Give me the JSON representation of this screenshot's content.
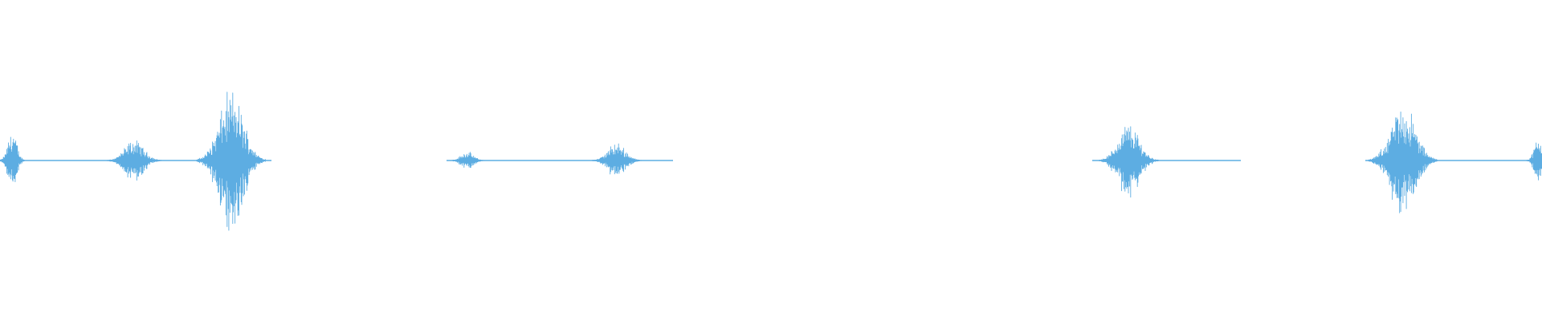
{
  "waveform": {
    "color": "#5dade2",
    "background": "#ffffff",
    "segments": [
      {
        "bursts": [
          {
            "center": 0.008,
            "width": 0.01,
            "amp": 0.42
          },
          {
            "center": 0.087,
            "width": 0.022,
            "amp": 0.28
          },
          {
            "center": 0.15,
            "width": 0.028,
            "amp": 0.95
          }
        ]
      },
      {
        "bursts": [
          {
            "center": 0.303,
            "width": 0.014,
            "amp": 0.12
          },
          {
            "center": 0.4,
            "width": 0.02,
            "amp": 0.24
          }
        ]
      },
      {
        "bursts": [
          {
            "center": 0.732,
            "width": 0.024,
            "amp": 0.52
          }
        ]
      },
      {
        "bursts": [
          {
            "center": 0.91,
            "width": 0.028,
            "amp": 0.78
          },
          {
            "center": 0.998,
            "width": 0.01,
            "amp": 0.32
          }
        ]
      }
    ]
  }
}
